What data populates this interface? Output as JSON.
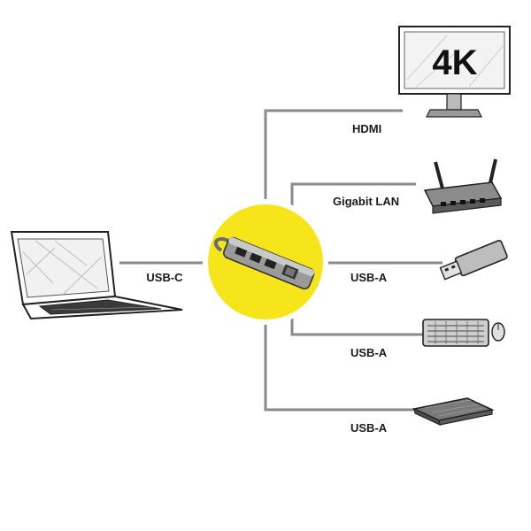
{
  "diagram": {
    "source_label": "USB-C",
    "ports": [
      {
        "label": "HDMI",
        "device": "monitor"
      },
      {
        "label": "Gigabit LAN",
        "device": "router"
      },
      {
        "label": "USB-A",
        "device": "usb-stick"
      },
      {
        "label": "USB-A",
        "device": "keyboard-mouse"
      },
      {
        "label": "USB-A",
        "device": "external-drive"
      }
    ],
    "monitor_text": "4K",
    "colors": {
      "hub_circle": "#f5e51a",
      "lines": "#7a7a7a",
      "text": "#1a1a1a"
    }
  }
}
